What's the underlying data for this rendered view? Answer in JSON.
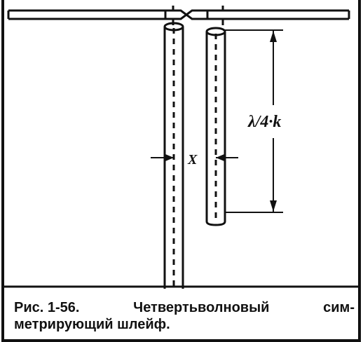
{
  "diagram": {
    "label_x": "X",
    "label_length": "λ/4·k"
  },
  "caption": {
    "fig_label": "Рис.",
    "fig_number": "1-56.",
    "word1": "Четвертьволновый",
    "word2_part": "сим-",
    "line2": "метрирующий шлейф."
  },
  "colors": {
    "ink": "#111111",
    "frame": "#111111",
    "background": "#ffffff"
  }
}
